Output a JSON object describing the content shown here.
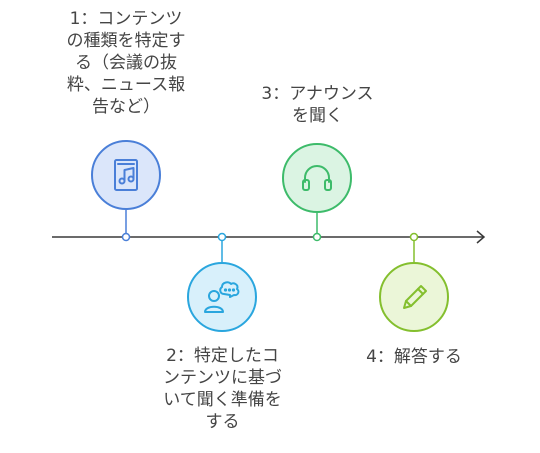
{
  "steps": [
    {
      "label": "1：コンテンツ\nの種類を特定す\nる（会議の抜\n粋、ニュース報\n告など）",
      "icon": "music-book-icon",
      "color": "#4a7fd8",
      "fill": "#dbe6fa"
    },
    {
      "label": "2：特定したコ\nンテンツに基づ\nいて聞く準備を\nする",
      "icon": "person-thinking-icon",
      "color": "#2aa6de",
      "fill": "#d8f0fb"
    },
    {
      "label": "3：アナウンス\nを聞く",
      "icon": "headphones-icon",
      "color": "#3dbb6a",
      "fill": "#dbf4e3"
    },
    {
      "label": "4：解答する",
      "icon": "pencil-icon",
      "color": "#84bf2e",
      "fill": "#ebf6d8"
    }
  ]
}
